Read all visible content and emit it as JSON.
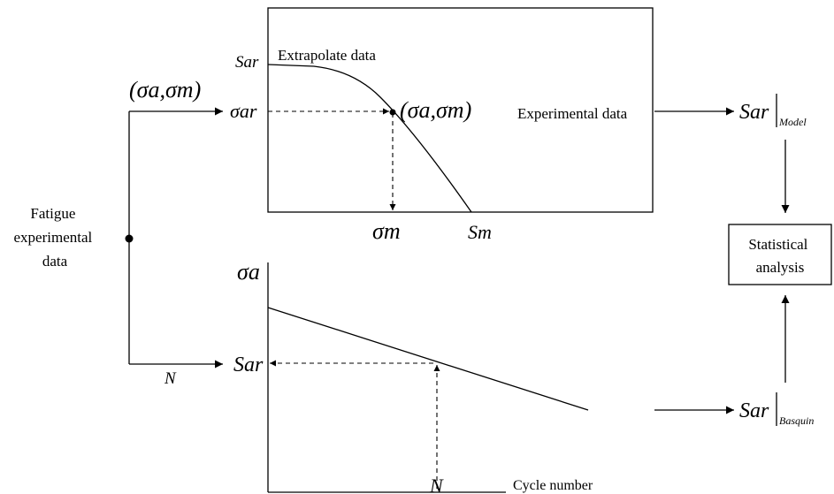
{
  "source": {
    "label_line1": "Fatigue",
    "label_line2": "experimental",
    "label_line3": "data"
  },
  "branch_top": {
    "label": "(σa,σm)"
  },
  "branch_bottom": {
    "label": "N"
  },
  "top_plot": {
    "y_labels": {
      "s_ar": "Sar",
      "sigma_ar": "σar"
    },
    "x_labels": {
      "sigma_m": "σm",
      "s_m": "Sm"
    },
    "extrapolate_label": "Extrapolate data",
    "point_label": "(σa,σm)",
    "experimental_label": "Experimental data"
  },
  "bottom_plot": {
    "y_axis_label": "σa",
    "y_tick_label": "Sar",
    "x_tick_label": "N",
    "x_axis_label": "Cycle number"
  },
  "outputs": {
    "model": {
      "main": "Sar",
      "subscript": "Model"
    },
    "basquin": {
      "main": "Sar",
      "subscript": "Basquin"
    }
  },
  "analysis_box": {
    "line1": "Statistical",
    "line2": "analysis"
  }
}
